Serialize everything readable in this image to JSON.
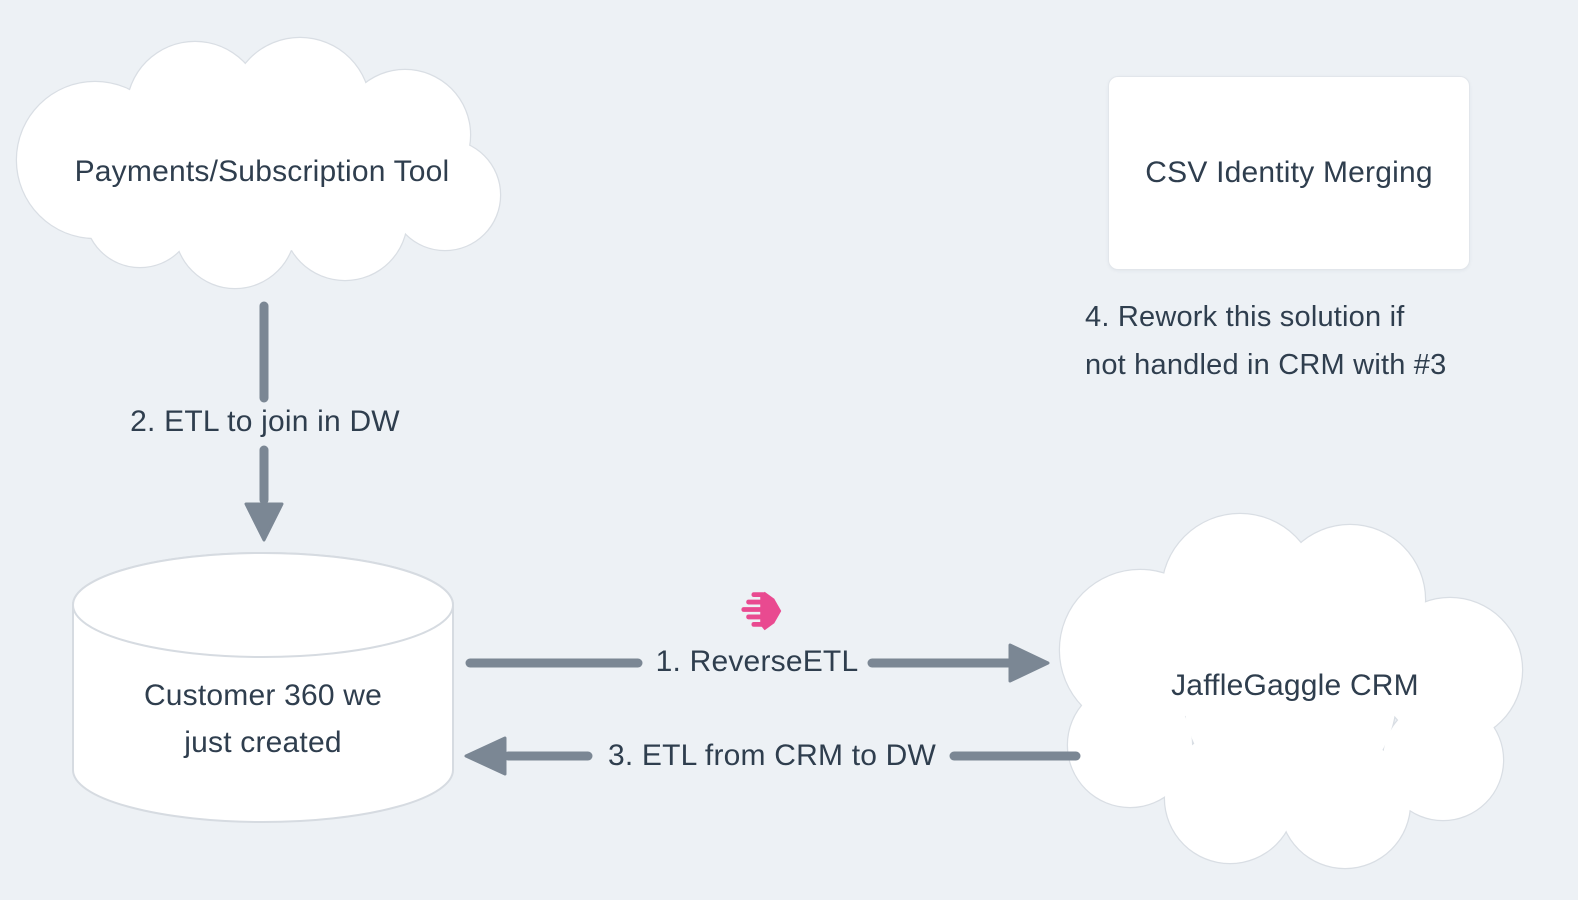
{
  "colors": {
    "background": "#edf1f5",
    "node_fill": "#ffffff",
    "node_border": "#d9dee4",
    "text": "#2f3e4e",
    "arrow": "#7b8794",
    "accent_pink": "#e94a90"
  },
  "nodes": {
    "payments_cloud": {
      "type": "cloud",
      "label": "Payments/Subscription Tool"
    },
    "csv_box": {
      "type": "rectangle",
      "label": "CSV Identity Merging"
    },
    "warehouse_cylinder": {
      "type": "database-cylinder",
      "label": "Customer 360 we just created"
    },
    "crm_cloud": {
      "type": "cloud",
      "label": "JaffleGaggle CRM"
    }
  },
  "edges": {
    "etl_to_dw": {
      "label": "2. ETL to join in DW",
      "from": "payments_cloud",
      "to": "warehouse_cylinder",
      "direction": "down"
    },
    "reverse_etl": {
      "label": "1. ReverseETL",
      "from": "warehouse_cylinder",
      "to": "crm_cloud",
      "direction": "right",
      "icon": "hightouch-logo-icon"
    },
    "etl_from_crm": {
      "label": "3. ETL from CRM to DW",
      "from": "crm_cloud",
      "to": "warehouse_cylinder",
      "direction": "left"
    }
  },
  "annotations": {
    "rework_note": {
      "lines": [
        "4. Rework this solution if",
        "not handled in CRM with #3"
      ]
    }
  }
}
